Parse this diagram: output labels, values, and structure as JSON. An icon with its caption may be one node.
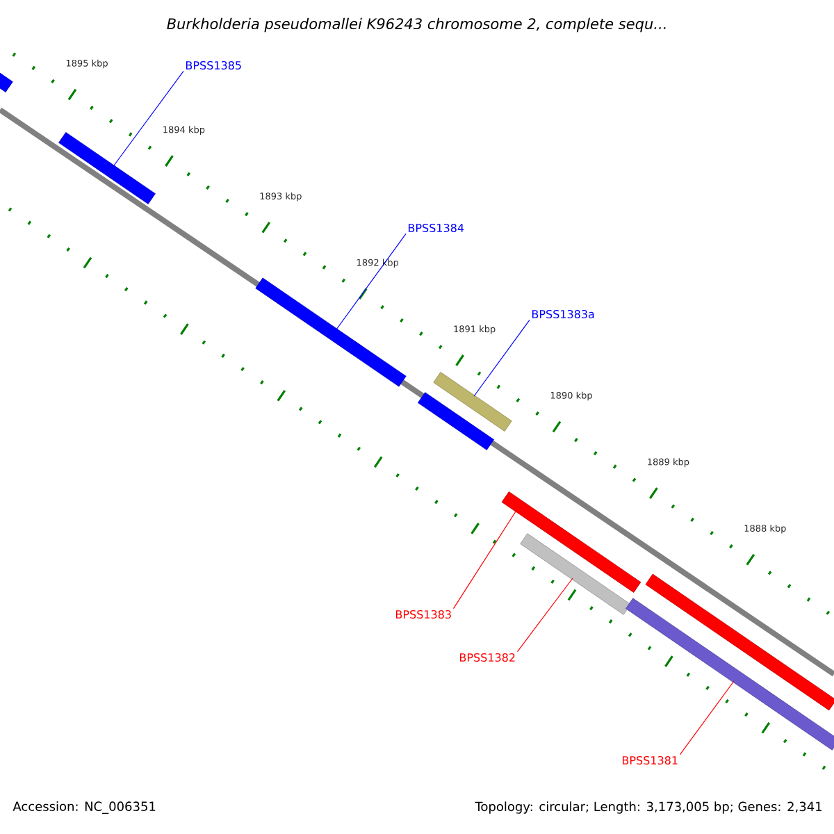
{
  "diagram": {
    "title": "Burkholderia pseudomallei K96243 chromosome 2, complete sequ...",
    "nodes": [
      {
        "text": [],
        "shape": "bar"
      },
      {
        "text": [
          "BPSS1385"
        ]
      },
      {
        "text": [],
        "shape": "bar"
      },
      {
        "text": [
          "BPSS1384"
        ]
      },
      {
        "text": [],
        "shape": "bar"
      },
      {
        "text": [
          "BPSS1383a"
        ]
      },
      {
        "text": [],
        "shape": "bar"
      },
      {
        "text": [],
        "shape": "bar"
      },
      {
        "text": [],
        "shape": "bar"
      },
      {
        "text": [],
        "shape": "bar"
      },
      {
        "text": [],
        "shape": "bar"
      },
      {
        "text": [],
        "shape": "bar"
      },
      {
        "text": [
          "BPSS1383"
        ]
      },
      {
        "text": [
          "BPSS1382"
        ]
      },
      {
        "text": [
          "BPSS1381"
        ]
      }
    ],
    "edges": [
      {
        "from": 1,
        "to": 2,
        "arrow": "none",
        "color": "#0000ff"
      },
      {
        "from": 3,
        "to": 4,
        "arrow": "none",
        "color": "#0000ff"
      },
      {
        "from": 5,
        "to": 6,
        "arrow": "none",
        "color": "#0000ff"
      },
      {
        "from": 12,
        "to": 8,
        "arrow": "none",
        "color": "#ff0000"
      },
      {
        "from": 13,
        "to": 9,
        "arrow": "none",
        "color": "#ff0000"
      },
      {
        "from": 14,
        "to": 11,
        "arrow": "none",
        "color": "#ff0000"
      }
    ],
    "labels": [
      "1895 kbp",
      "1894 kbp",
      "1893 kbp",
      "1892 kbp",
      "1891 kbp",
      "1890 kbp",
      "1889 kbp",
      "1888 kbp",
      "Accession: NC_006351",
      "Topology: circular; Length: 3,173,005 bp; Genes: 2,341"
    ]
  }
}
